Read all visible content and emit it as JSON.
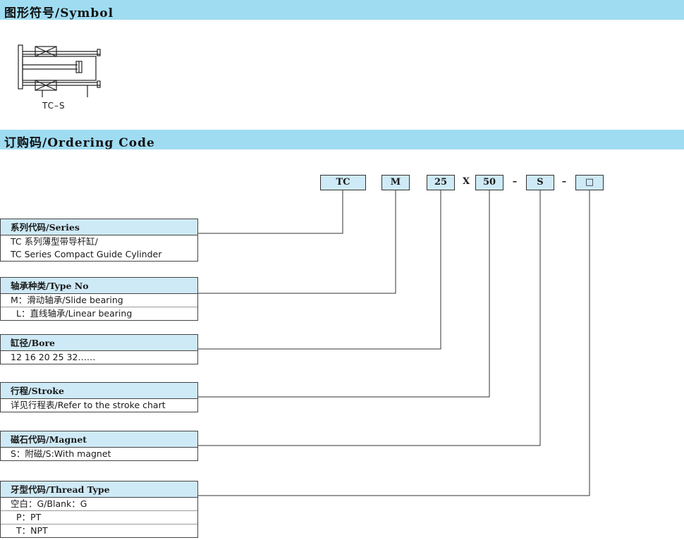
{
  "symbol_section": {
    "title": "图形符号/Symbol",
    "symbol_label": "TC–S"
  },
  "ordering_section": {
    "title": "订购码/Ordering Code"
  },
  "code": {
    "parts": [
      "TC",
      "M",
      "25",
      "50",
      "S",
      "□"
    ],
    "separators": [
      "X",
      "–",
      "–"
    ]
  },
  "blocks": {
    "series": {
      "title": "系列代码/Series",
      "lines": [
        "TC 系列薄型带导杆缸/",
        "TC Series Compact Guide Cylinder"
      ]
    },
    "type": {
      "title": "轴承种类/Type No",
      "lines": [
        "M：滑动轴承/Slide bearing",
        "L：直线轴承/Linear bearing"
      ]
    },
    "bore": {
      "title": "缸径/Bore",
      "lines": [
        "12  16  20 25  32……"
      ]
    },
    "stroke": {
      "title": "行程/Stroke",
      "lines": [
        "详见行程表/Refer to the stroke chart"
      ]
    },
    "magnet": {
      "title": "磁石代码/Magnet",
      "lines": [
        "S：附磁/S:With magnet"
      ]
    },
    "thread": {
      "title": "牙型代码/Thread Type",
      "lines": [
        "空白：G/Blank：G",
        "P：PT",
        "T：NPT"
      ]
    }
  }
}
